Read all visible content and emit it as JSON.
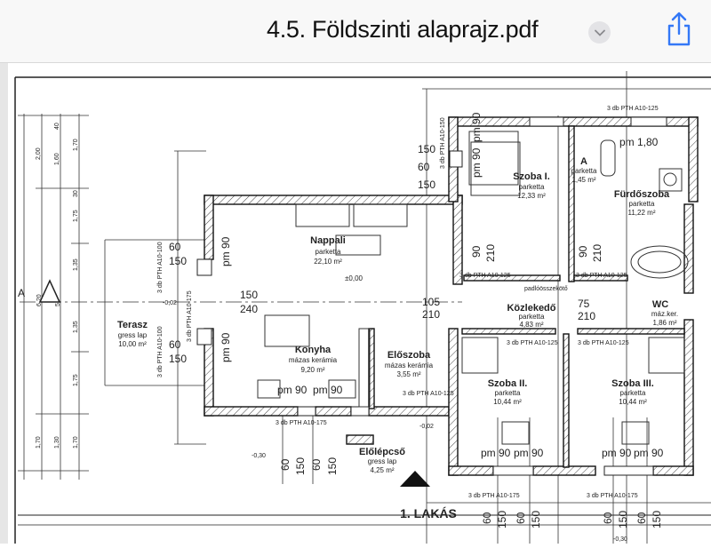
{
  "header": {
    "title": "4.5. Földszinti alaprajz.pdf",
    "menu_icon": "chevron-down-icon",
    "share_icon": "share-icon"
  },
  "plan": {
    "unit_label": "1. LAKÁS",
    "section_marker": "A",
    "level": "±0,00",
    "rooms": [
      {
        "name": "Nappali",
        "floor": "parketta",
        "area": "22,10 m²"
      },
      {
        "name": "Konyha",
        "floor": "mázas kerámia",
        "area": "9,20 m²"
      },
      {
        "name": "Előszoba",
        "floor": "mázas kerámia",
        "area": "3,55 m²"
      },
      {
        "name": "Terasz",
        "floor": "gress lap",
        "area": "10,00 m²"
      },
      {
        "name": "Szoba I.",
        "floor": "parketta",
        "area": "12,33 m²"
      },
      {
        "name": "A",
        "floor": "parketta",
        "area": "1,45 m²"
      },
      {
        "name": "Fürdőszoba",
        "floor": "parketta",
        "area": "11,22 m²"
      },
      {
        "name": "Közlekedő",
        "floor": "parketta",
        "area": "4,83 m²"
      },
      {
        "name": "WC",
        "floor": "máz.ker.",
        "area": "1,86 m²"
      },
      {
        "name": "Szoba II.",
        "floor": "parketta",
        "area": "10,44 m²"
      },
      {
        "name": "Szoba III.",
        "floor": "parketta",
        "area": "10,44 m²"
      },
      {
        "name": "Előlépcső",
        "floor": "gress lap",
        "area": "4,25 m²"
      }
    ],
    "lintels": {
      "a10_125": "3 db PTH A10-125",
      "a10_175": "3 db PTH A10-175",
      "a10_100": "3 db PTH A10-100",
      "a10_150": "3 db PTH A10-150"
    },
    "labels": {
      "pm90": "pm 90",
      "pm180": "pm 1,80",
      "floor_edge": "padlóösszekötő"
    },
    "dims": {
      "d60": "60",
      "d150": "150",
      "d90": "90",
      "d210": "210",
      "d240": "240",
      "d105": "105",
      "d75": "75",
      "m002": "-0,02",
      "m030": "-0,30",
      "v200": "2,00",
      "v160": "1,60",
      "v170": "1,70",
      "v175": "1,75",
      "v135": "1,35",
      "v130": "1,30",
      "v40": "40",
      "v30": "30",
      "v5": "5",
      "v620": "6,20"
    }
  }
}
